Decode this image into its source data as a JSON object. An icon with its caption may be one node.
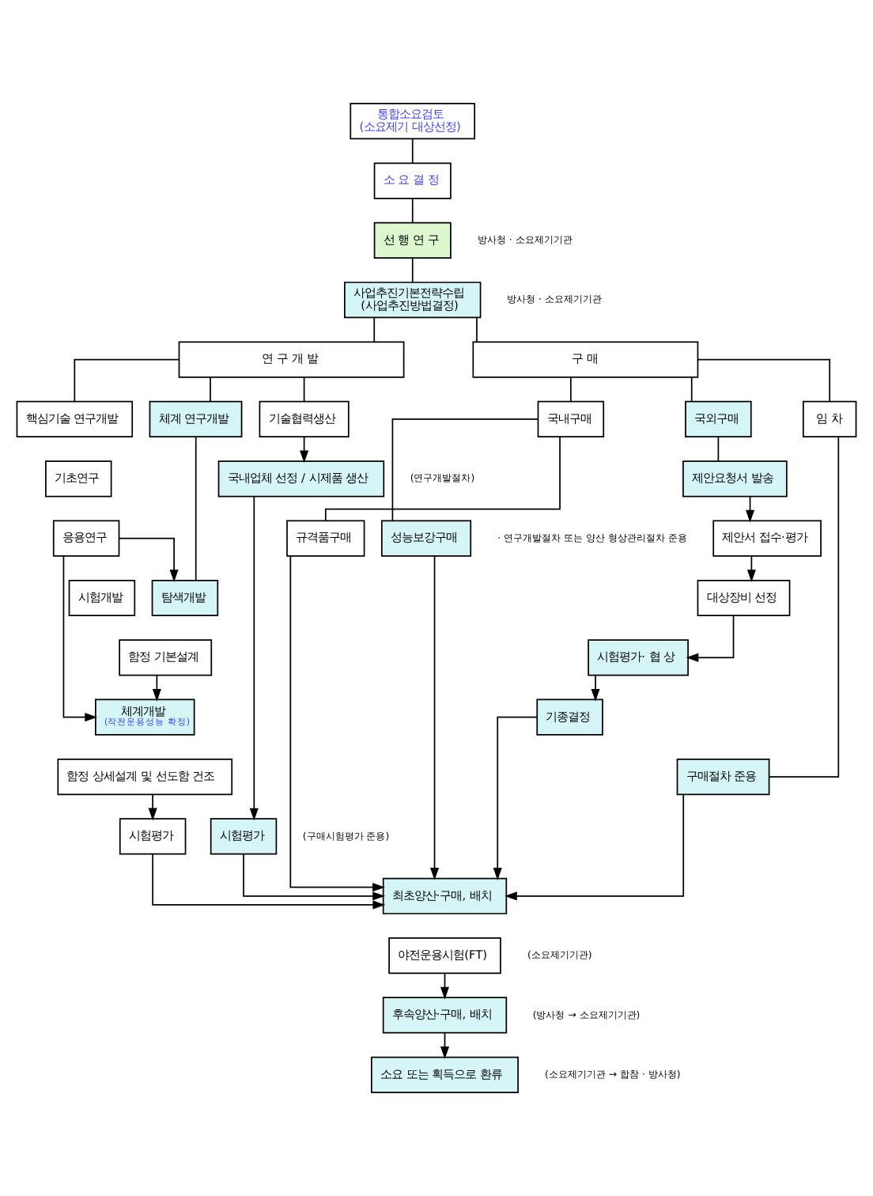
{
  "diagram": {
    "nodes": [
      {
        "text": [
          "통합소요검토",
          "(소요제기 대상선정)"
        ]
      },
      {
        "text": [
          "소 요 결 정"
        ]
      },
      {
        "text": [
          "선 행 연 구"
        ],
        "beside": [
          "방사청 · 소요제기기관"
        ]
      },
      {
        "text": [
          "사업추진기본전략수립",
          "(사업추진방법결정)"
        ],
        "beside": [
          "방사청 · 소요제기기관"
        ]
      },
      {
        "text": [
          "연 구 개 발"
        ]
      },
      {
        "text": [
          "구 매"
        ]
      },
      {
        "text": [
          "핵심기술 연구개발"
        ]
      },
      {
        "text": [
          "기초연구"
        ]
      },
      {
        "text": [
          "응용연구"
        ]
      },
      {
        "text": [
          "시험개발"
        ]
      },
      {
        "text": [
          "체계 연구개발"
        ]
      },
      {
        "text": [
          "탐색개발"
        ]
      },
      {
        "text": [
          "함정 기본설계"
        ]
      },
      {
        "text": [
          "체계개발",
          "(작전운용성능 확정)"
        ]
      },
      {
        "text": [
          "함정 상세설계 및 선도함 건조"
        ]
      },
      {
        "text": [
          "시험평가"
        ]
      },
      {
        "text": [
          "기술협력생산"
        ]
      },
      {
        "text": [
          "국내업체 선정 / 시제품 생산"
        ],
        "beside": [
          "(연구개발절차)"
        ]
      },
      {
        "text": [
          "시험평가"
        ],
        "beside": [
          "(구매시험평가 준용)"
        ]
      },
      {
        "text": [
          "국내구매"
        ]
      },
      {
        "text": [
          "규격품구매"
        ]
      },
      {
        "text": [
          "성능보강구매"
        ]
      },
      {
        "text": [
          "국외구매"
        ]
      },
      {
        "text": [
          "제안요청서 발송"
        ]
      },
      {
        "text": [
          "제안서 접수·평가"
        ]
      },
      {
        "text": [
          "대상장비 선정"
        ]
      },
      {
        "text": [
          "시험평가· 협 상"
        ]
      },
      {
        "text": [
          "기종결정"
        ]
      },
      {
        "text": [
          "임 차"
        ]
      },
      {
        "text": [
          "구매절차 준용"
        ]
      },
      {
        "text": [
          "최초양산·구매, 배치"
        ]
      },
      {
        "text": [
          "야전운용시험(FT)"
        ],
        "beside": [
          "(소요제기기관)"
        ]
      },
      {
        "text": [
          "후속양산·구매, 배치"
        ],
        "beside": [
          "(방사청 → 소요제기기관)"
        ]
      },
      {
        "text": [
          "소요 또는 획득으로 환류"
        ],
        "beside": [
          "(소요제기기관 → 합참 · 방사청)"
        ]
      }
    ],
    "edges": [
      {
        "from": 0,
        "to": 1,
        "arrow": "none"
      },
      {
        "from": 1,
        "to": 2,
        "arrow": "none"
      },
      {
        "from": 2,
        "to": 3,
        "arrow": "none"
      },
      {
        "from": 3,
        "to": 4,
        "arrow": "none"
      },
      {
        "from": 3,
        "to": 5,
        "arrow": "none"
      },
      {
        "from": 4,
        "to": 6,
        "arrow": "none"
      },
      {
        "from": 4,
        "to": 10,
        "arrow": "none"
      },
      {
        "from": 4,
        "to": 16,
        "arrow": "none"
      },
      {
        "from": 10,
        "to": 11,
        "arrow": "none"
      },
      {
        "from": 8,
        "to": 11,
        "arrow": "to"
      },
      {
        "from": 8,
        "to": 13,
        "arrow": "to"
      },
      {
        "from": 12,
        "to": 13,
        "arrow": "to"
      },
      {
        "from": 14,
        "to": 15,
        "arrow": "to"
      },
      {
        "from": 15,
        "to": 30,
        "arrow": "to"
      },
      {
        "from": 16,
        "to": 17,
        "arrow": "to"
      },
      {
        "from": 17,
        "to": 18,
        "arrow": "to"
      },
      {
        "from": 18,
        "to": 30,
        "arrow": "to"
      },
      {
        "from": 5,
        "to": 19,
        "arrow": "none"
      },
      {
        "from": 5,
        "to": 22,
        "arrow": "none"
      },
      {
        "from": 5,
        "to": 28,
        "arrow": "none"
      },
      {
        "from": 19,
        "to": 20,
        "arrow": "none"
      },
      {
        "from": 19,
        "to": 21,
        "arrow": "none"
      },
      {
        "from": 20,
        "to": 30,
        "arrow": "to"
      },
      {
        "from": 21,
        "to": 30,
        "arrow": "to"
      },
      {
        "from": 22,
        "to": 23,
        "arrow": "none"
      },
      {
        "from": 23,
        "to": 24,
        "arrow": "to"
      },
      {
        "from": 24,
        "to": 25,
        "arrow": "to"
      },
      {
        "from": 25,
        "to": 26,
        "arrow": "to"
      },
      {
        "from": 26,
        "to": 27,
        "arrow": "to"
      },
      {
        "from": 27,
        "to": 30,
        "arrow": "to"
      },
      {
        "from": 28,
        "to": 29,
        "arrow": "none"
      },
      {
        "from": 29,
        "to": 30,
        "arrow": "to"
      },
      {
        "from": 31,
        "to": 32,
        "arrow": "to"
      },
      {
        "from": 32,
        "to": 33,
        "arrow": "to"
      }
    ],
    "labels": [
      "· 연구개발절차 또는 양산 형상관리절차 준용"
    ]
  }
}
